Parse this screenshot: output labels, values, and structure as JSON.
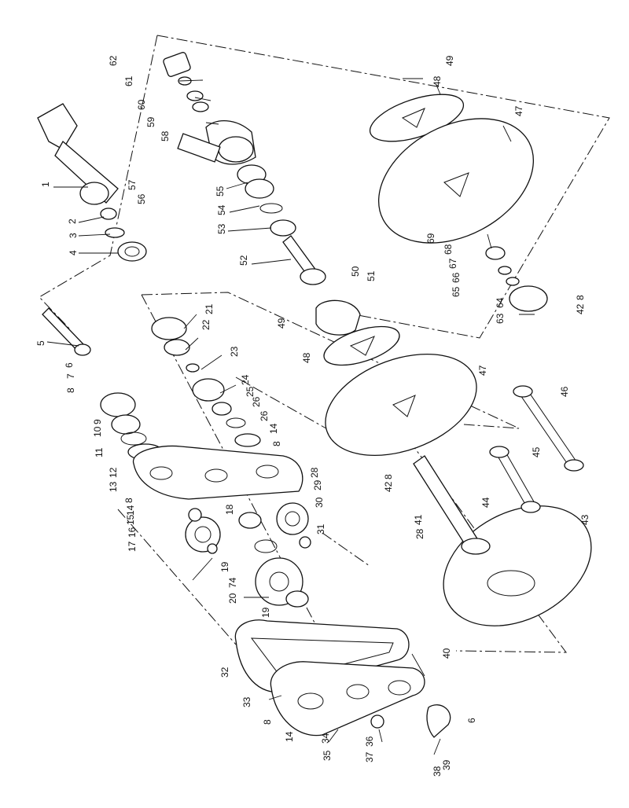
{
  "diagram": {
    "callouts": [
      "1",
      "2",
      "3",
      "4",
      "5",
      "6",
      "7",
      "8",
      "9",
      "10",
      "11",
      "12",
      "13",
      "14",
      "15",
      "16",
      "17",
      "18",
      "19",
      "20",
      "21",
      "22",
      "23",
      "24",
      "25",
      "26",
      "28",
      "29",
      "30",
      "31",
      "32",
      "33",
      "34",
      "35",
      "36",
      "37",
      "38",
      "39",
      "40",
      "41",
      "42",
      "43",
      "44",
      "45",
      "46",
      "47",
      "48",
      "49",
      "50",
      "51",
      "52",
      "53",
      "54",
      "55",
      "56",
      "57",
      "58",
      "59",
      "60",
      "61",
      "62",
      "63",
      "64",
      "65",
      "66",
      "67",
      "68",
      "69",
      "74"
    ]
  }
}
